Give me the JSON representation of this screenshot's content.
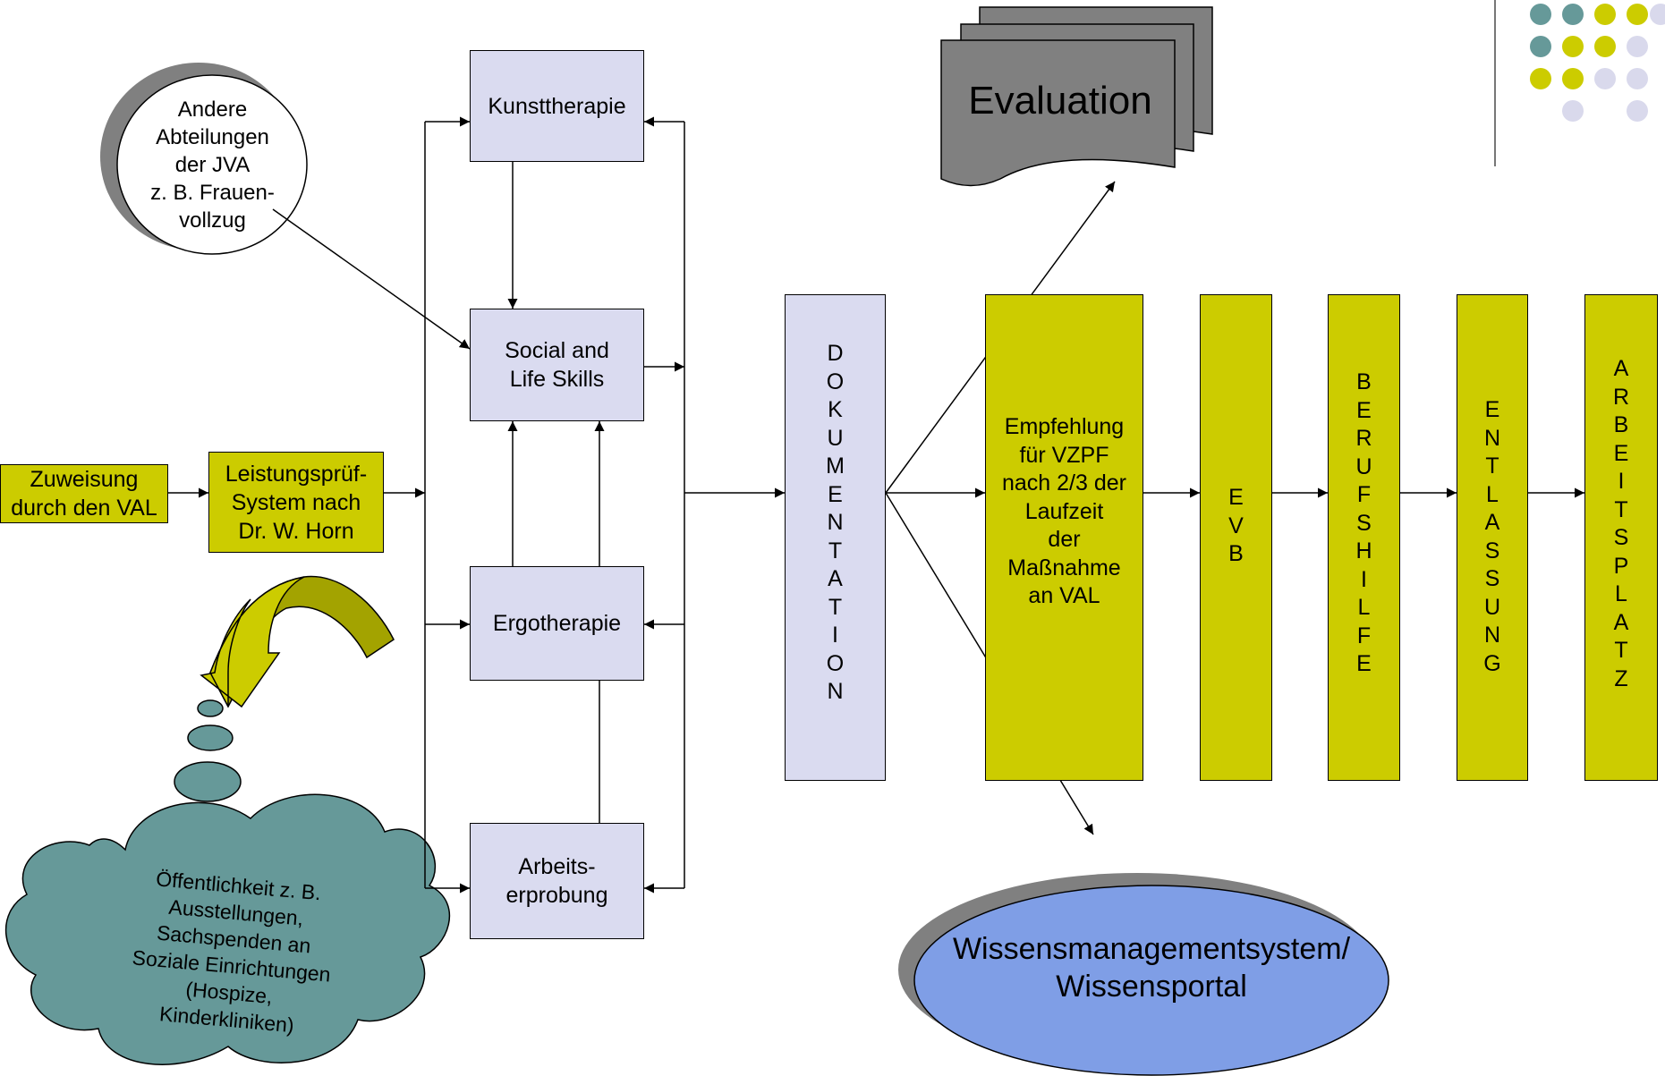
{
  "colors": {
    "olive": "#cccc00",
    "lavender": "#dadbf0",
    "teal": "#669999",
    "dark_gray": "#808080",
    "blue": "#7f9ee6",
    "light_lilac": "#d9d9ec"
  },
  "left": {
    "zuweisung": "Zuweisung\ndurch den VAL",
    "leistung": "Leistungsprüf-\nSystem nach\nDr. W. Horn"
  },
  "therapies": {
    "kunst": "Kunsttherapie",
    "social": "Social and\nLife Skills",
    "ergo": "Ergotherapie",
    "arbeit": "Arbeits-\nerprobung"
  },
  "andere": "Andere\nAbteilungen\nder JVA\nz. B. Frauen-\nvollzug",
  "cloud": "Öffentlichkeit z. B.\nAusstellungen,\nSachspenden an\nSoziale Einrichtungen\n(Hospize,\nKinderkliniken)",
  "dokumentation": "D\nO\nK\nU\nM\nE\nN\nT\nA\nT\nI\nO\nN",
  "empfehlung": "Empfehlung\nfür VZPF\nnach 2/3 der\nLaufzeit\nder\nMaßnahme\nan VAL",
  "evb": "E\nV\nB",
  "berufshilfe": "B\nE\nR\nU\nF\nS\nH\nI\nL\nF\nE",
  "entlassung": "E\nN\nT\nL\nA\nS\nS\nU\nN\nG",
  "arbeitsplatz": "A\nR\nB\nE\nI\nT\nS\nP\nL\nA\nT\nZ",
  "evaluation": "Evaluation",
  "wissen": "Wissensmanagementsystem/\nWissensportal"
}
